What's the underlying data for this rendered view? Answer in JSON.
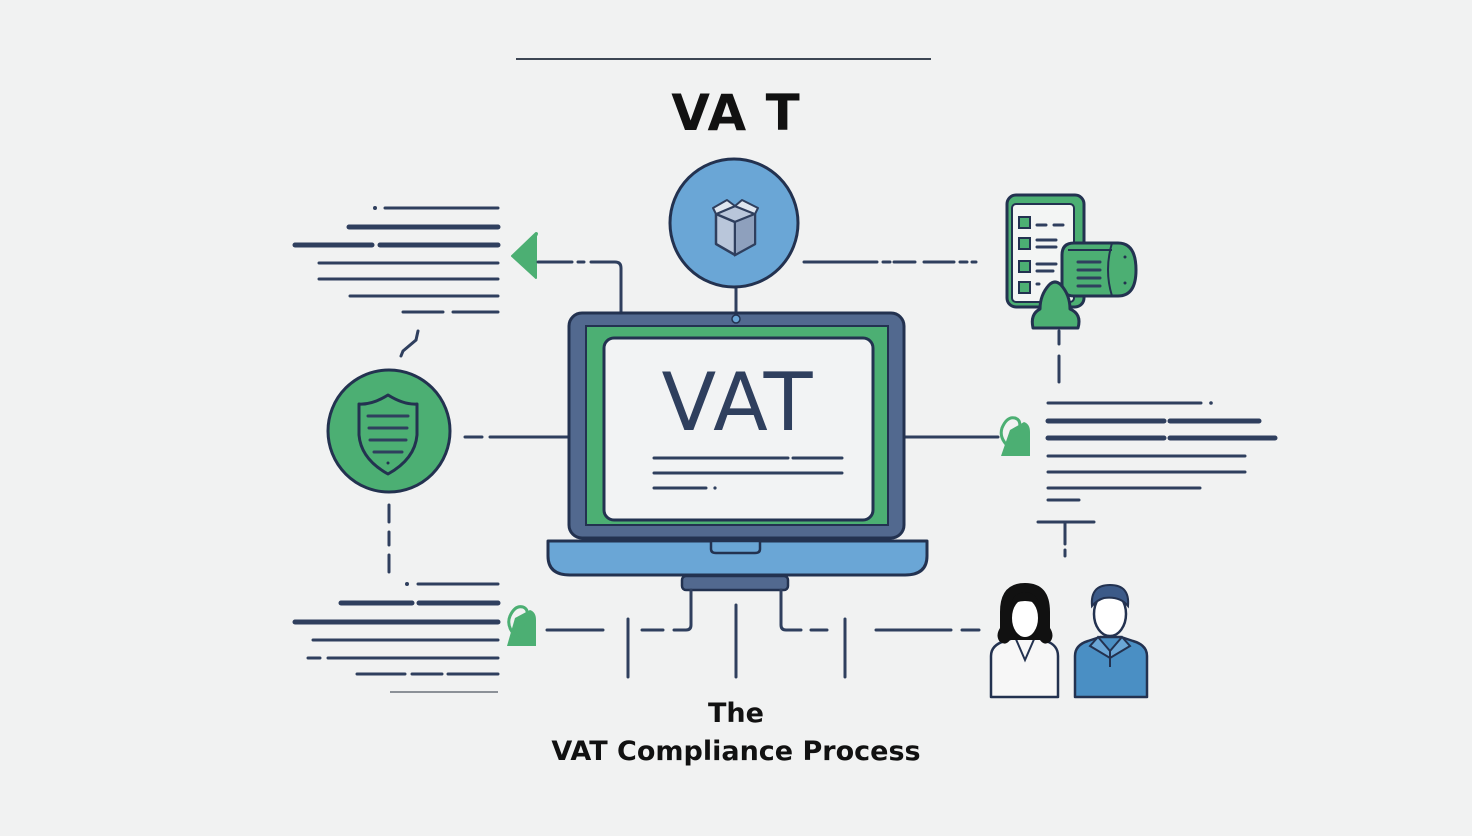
{
  "header": {
    "title": "VA T"
  },
  "laptop": {
    "screen_text": "VAT",
    "icon": "laptop-icon"
  },
  "nodes": [
    {
      "id": "box",
      "icon": "package-box-icon",
      "color": "#6aa6d6"
    },
    {
      "id": "shield",
      "icon": "shield-icon",
      "color": "#4caf73"
    },
    {
      "id": "documents",
      "icon": "checklist-document-icon",
      "color": "#4caf73"
    },
    {
      "id": "people",
      "icon": "people-icon",
      "color": "#4a8fc4"
    }
  ],
  "footer": {
    "line1": "The",
    "line2": "VAT Compliance Process"
  },
  "colors": {
    "background": "#f1f2f2",
    "navy": "#2f3f5e",
    "green": "#4caf73",
    "blue": "#6aa6d6",
    "laptop_frame": "#52698f"
  }
}
